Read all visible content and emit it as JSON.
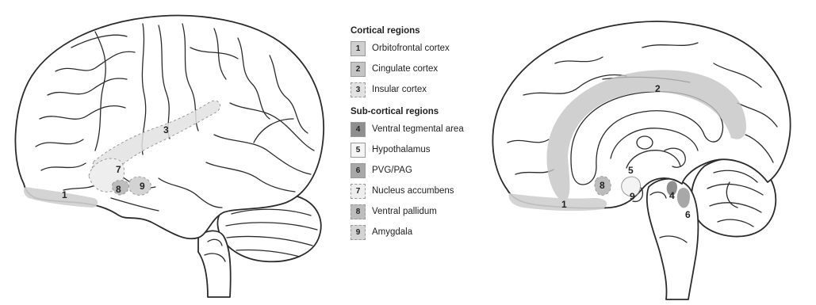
{
  "legend": {
    "cortical_heading": "Cortical regions",
    "cortical_items": [
      {
        "num": "1",
        "label": "Orbitofrontal cortex",
        "color": "#cfcfcf",
        "border": "solid"
      },
      {
        "num": "2",
        "label": "Cingulate cortex",
        "color": "#c4c4c4",
        "border": "solid"
      },
      {
        "num": "3",
        "label": "Insular cortex",
        "color": "#e2e2e2",
        "border": "dashed"
      }
    ],
    "subcortical_heading": "Sub-cortical regions",
    "subcortical_items": [
      {
        "num": "4",
        "label": "Ventral tegmental area",
        "color": "#8f8f8f",
        "border": "solid"
      },
      {
        "num": "5",
        "label": "Hypothalamus",
        "color": "#f4f4f4",
        "border": "solid"
      },
      {
        "num": "6",
        "label": "PVG/PAG",
        "color": "#a8a8a8",
        "border": "solid"
      },
      {
        "num": "7",
        "label": "Nucleus accumbens",
        "color": "#eeeeee",
        "border": "dashed"
      },
      {
        "num": "8",
        "label": "Ventral pallidum",
        "color": "#bdbdbd",
        "border": "dashed"
      },
      {
        "num": "9",
        "label": "Amygdala",
        "color": "#d3d3d3",
        "border": "dashed"
      }
    ]
  },
  "lateral_brain": {
    "region_numbers": [
      "1",
      "3",
      "7",
      "8",
      "9"
    ]
  },
  "medial_brain": {
    "region_numbers": [
      "1",
      "2",
      "4",
      "5",
      "6",
      "8",
      "9"
    ]
  }
}
